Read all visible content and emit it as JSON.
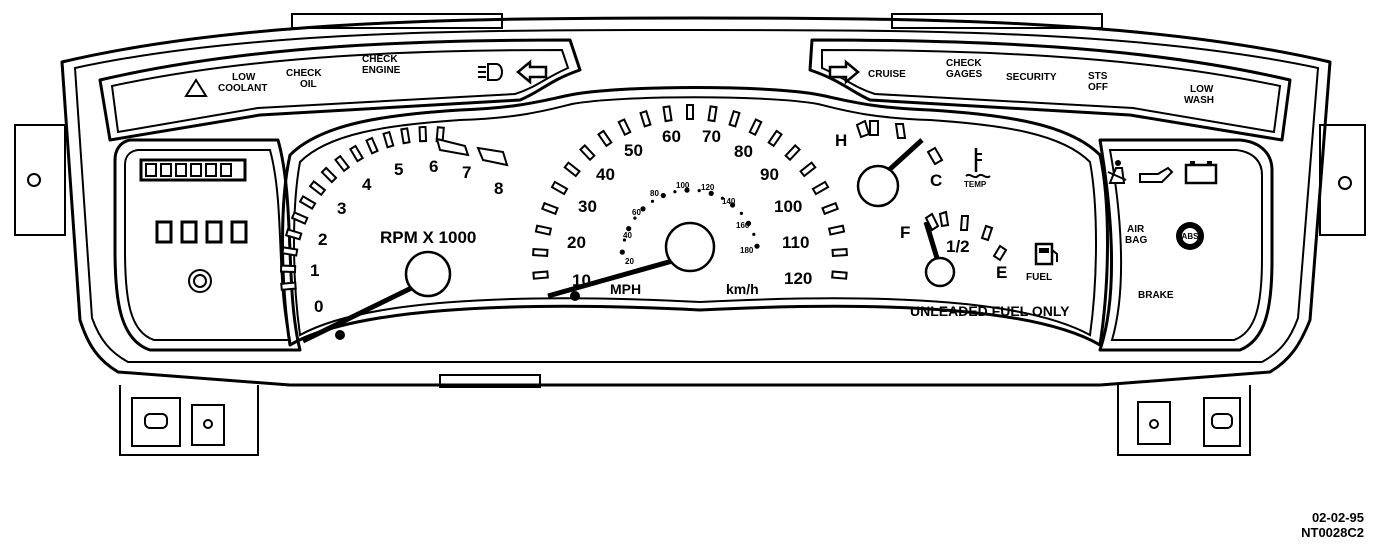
{
  "warning_lights_left": {
    "low_coolant": [
      "LOW",
      "COOLANT"
    ],
    "check_oil": [
      "CHECK",
      "OIL"
    ],
    "check_engine": [
      "CHECK",
      "ENGINE"
    ]
  },
  "warning_lights_right": {
    "cruise": "CRUISE",
    "check_gages": [
      "CHECK",
      "GAGES"
    ],
    "security": "SECURITY",
    "sts_off": [
      "STS",
      "OFF"
    ],
    "low_wash": [
      "LOW",
      "WASH"
    ]
  },
  "tachometer": {
    "numbers": [
      "0",
      "1",
      "2",
      "3",
      "4",
      "5",
      "6",
      "7",
      "8"
    ],
    "label": "RPM X 1000"
  },
  "speedometer": {
    "mph_numbers": [
      "10",
      "20",
      "30",
      "40",
      "50",
      "60",
      "70",
      "80",
      "90",
      "100",
      "110",
      "120"
    ],
    "kmh_numbers": [
      "20",
      "40",
      "60",
      "80",
      "100",
      "120",
      "140",
      "160",
      "180"
    ],
    "mph_label": "MPH",
    "kmh_label": "km/h"
  },
  "temperature": {
    "hot": "H",
    "cold": "C",
    "temp": "TEMP"
  },
  "fuel": {
    "full": "F",
    "half": "1/2",
    "empty": "E",
    "fuel": "FUEL",
    "note": "UNLEADED FUEL ONLY"
  },
  "right_pod": {
    "air_bag": [
      "AIR",
      "BAG"
    ],
    "abs": "ABS",
    "brake": "BRAKE"
  },
  "footer": {
    "date": "02-02-95",
    "code": "NT0028C2"
  }
}
